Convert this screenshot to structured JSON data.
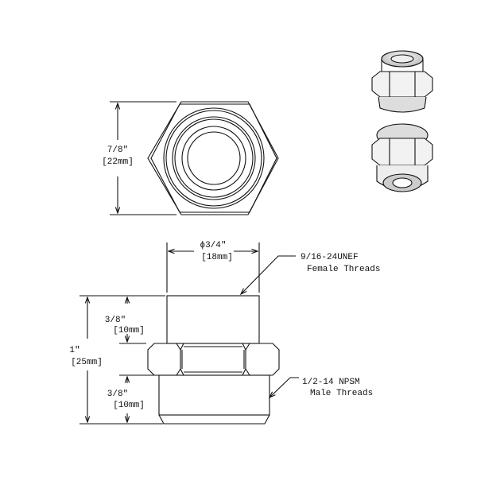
{
  "top_view": {
    "height_in": "7/8\"",
    "height_mm": "[22mm]"
  },
  "side_view": {
    "diameter_in": "ϕ3/4\"",
    "diameter_mm": "[18mm]",
    "overall_in": "1\"",
    "overall_mm": "[25mm]",
    "upper_in": "3/8\"",
    "upper_mm": "[10mm]",
    "lower_in": "3/8\"",
    "lower_mm": "[10mm]",
    "female_thread_spec": "9/16-24UNEF",
    "female_thread_label": "Female Threads",
    "male_thread_spec": "1/2-14 NPSM",
    "male_thread_label": "Male Threads"
  }
}
